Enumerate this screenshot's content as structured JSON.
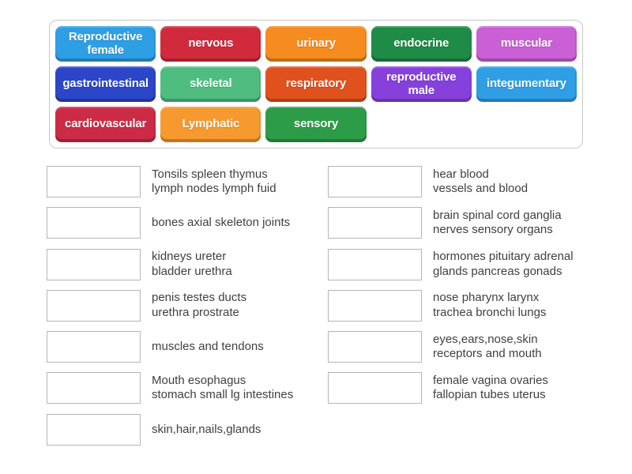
{
  "board": {
    "tiles": [
      {
        "label": "Reproductive female",
        "color": "#2e9ee5"
      },
      {
        "label": "nervous",
        "color": "#d12a3c"
      },
      {
        "label": "urinary",
        "color": "#f68b1f"
      },
      {
        "label": "endocrine",
        "color": "#1e8b46"
      },
      {
        "label": "muscular",
        "color": "#ca5fd6"
      },
      {
        "label": "gastrointestinal",
        "color": "#2b46c8"
      },
      {
        "label": "skeletal",
        "color": "#4fbd80"
      },
      {
        "label": "respiratory",
        "color": "#e0511e"
      },
      {
        "label": "reproductive male",
        "color": "#8640dc"
      },
      {
        "label": "integumentary",
        "color": "#2f9fe5"
      },
      {
        "label": "cardiovascular",
        "color": "#cc2b45"
      },
      {
        "label": "Lymphatic",
        "color": "#f6992e"
      },
      {
        "label": "sensory",
        "color": "#2d9c49"
      }
    ]
  },
  "matches": {
    "left": [
      {
        "lines": [
          "Tonsils spleen thymus",
          "lymph nodes lymph fuid"
        ]
      },
      {
        "lines": [
          "bones axial skeleton joints"
        ]
      },
      {
        "lines": [
          "kidneys ureter",
          "bladder urethra"
        ]
      },
      {
        "lines": [
          "penis testes ducts",
          "urethra prostrate"
        ]
      },
      {
        "lines": [
          "muscles and tendons"
        ]
      },
      {
        "lines": [
          "Mouth esophagus",
          "stomach small lg intestines"
        ]
      },
      {
        "lines": [
          "skin,hair,nails,glands"
        ]
      }
    ],
    "right": [
      {
        "lines": [
          "hear blood",
          "vessels and blood"
        ]
      },
      {
        "lines": [
          "brain spinal cord ganglia",
          "nerves sensory organs"
        ]
      },
      {
        "lines": [
          "hormones pituitary adrenal",
          "glands pancreas gonads"
        ]
      },
      {
        "lines": [
          "nose pharynx larynx",
          "trachea bronchi lungs"
        ]
      },
      {
        "lines": [
          "eyes,ears,nose,skin",
          "receptors and mouth"
        ]
      },
      {
        "lines": [
          "female vagina ovaries",
          "fallopian tubes uterus"
        ]
      }
    ]
  }
}
